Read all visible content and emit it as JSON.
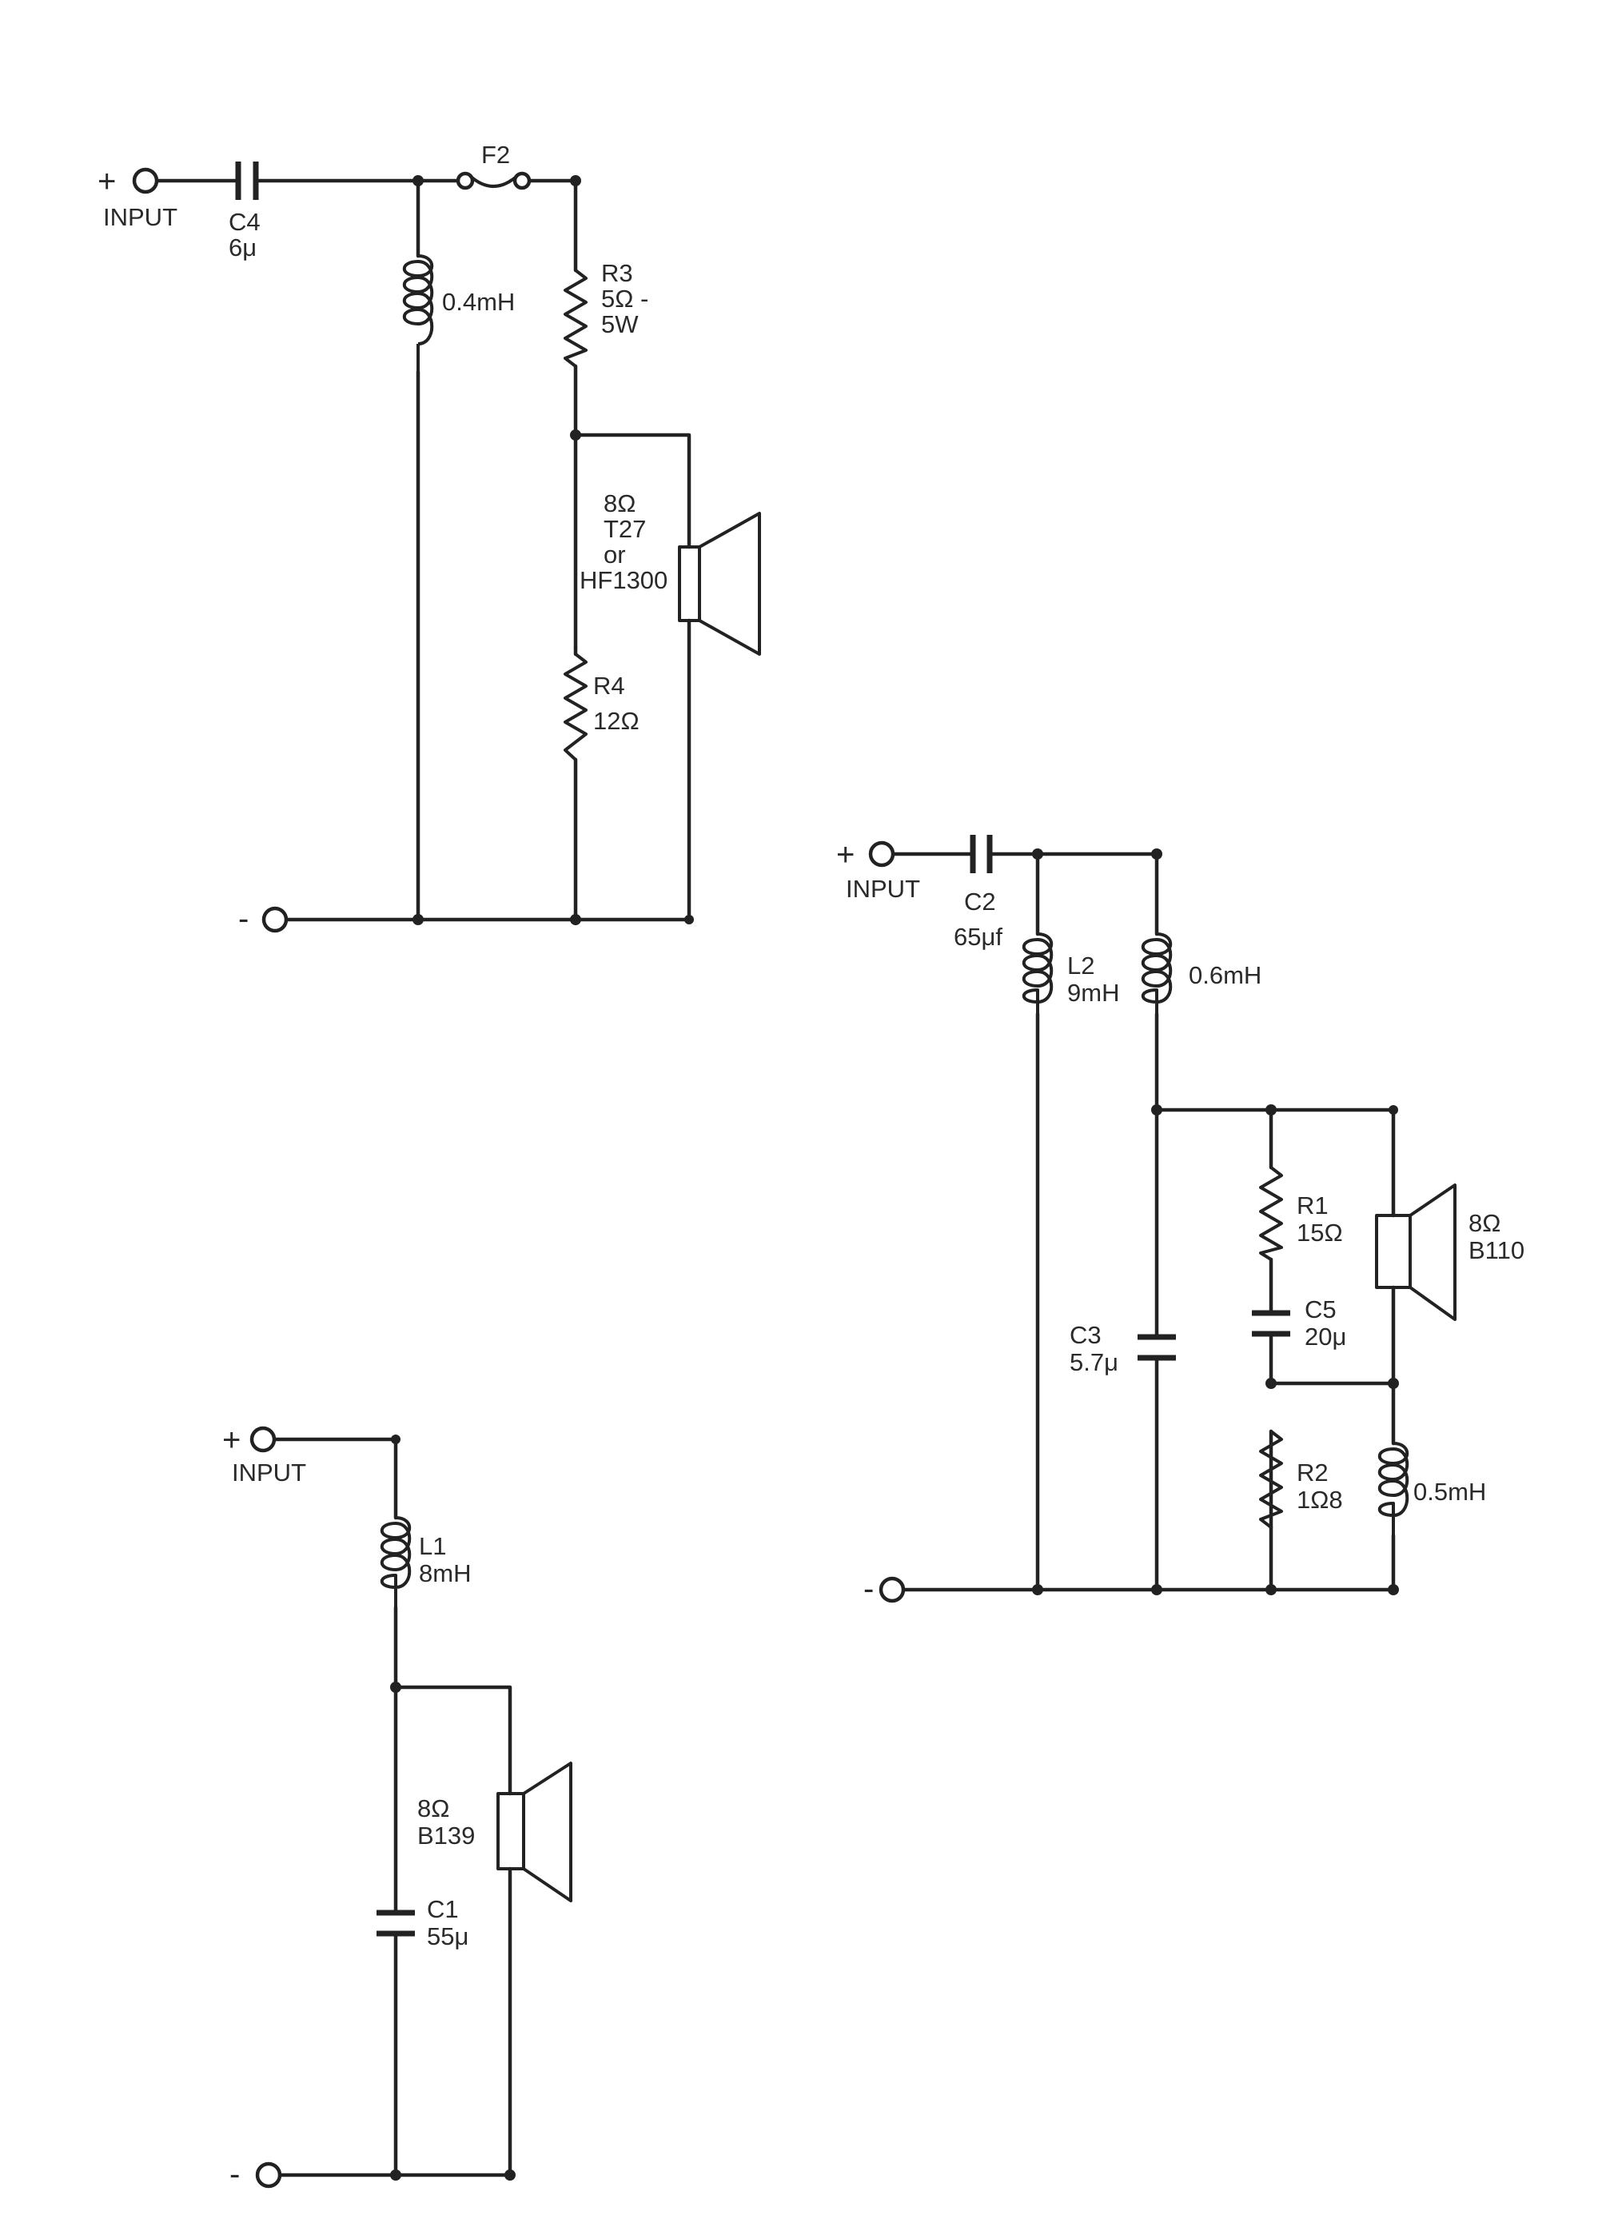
{
  "colors": {
    "ink": "#222222",
    "paper": "#ffffff"
  },
  "tweeter_network": {
    "input_plus": "+",
    "input_label": "INPUT",
    "input_minus": "-",
    "c4": {
      "name": "C4",
      "value": "6μ"
    },
    "fuse": {
      "name": "F2"
    },
    "inductor": {
      "value": "0.4mH"
    },
    "r3": {
      "name": "R3",
      "value1": "5Ω -",
      "value2": "5W"
    },
    "speaker": {
      "impedance": "8Ω",
      "model": "T27",
      "or": "or",
      "alt_model": "HF1300"
    },
    "r4": {
      "name": "R4",
      "value": "12Ω"
    }
  },
  "midrange_network": {
    "input_plus": "+",
    "input_label": "INPUT",
    "input_minus": "-",
    "c2": {
      "name": "C2",
      "value": "65μf"
    },
    "l2": {
      "name": "L2",
      "value": "9mH"
    },
    "inductor": {
      "value": "0.6mH"
    },
    "r1": {
      "name": "R1",
      "value": "15Ω"
    },
    "speaker": {
      "impedance": "8Ω",
      "model": "B110"
    },
    "c5": {
      "name": "C5",
      "value": "20μ"
    },
    "c3": {
      "name": "C3",
      "value": "5.7μ"
    },
    "r2": {
      "name": "R2",
      "value": "1Ω8"
    },
    "inductor2": {
      "value": "0.5mH"
    }
  },
  "bass_network": {
    "input_plus": "+",
    "input_label": "INPUT",
    "input_minus": "-",
    "l1": {
      "name": "L1",
      "value": "8mH"
    },
    "speaker": {
      "impedance": "8Ω",
      "model": "B139"
    },
    "c1": {
      "name": "C1",
      "value": "55μ"
    }
  }
}
